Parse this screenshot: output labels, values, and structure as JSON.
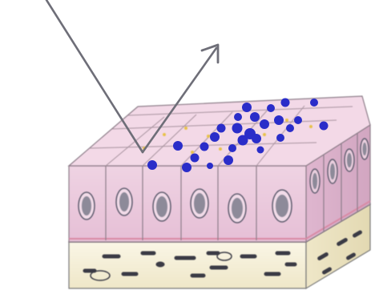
{
  "diagram": {
    "description_text": "",
    "colors": {
      "background": "#ffffff",
      "cell_fill": "#ecc9dd",
      "cell_fill_dark": "#d7a9c4",
      "cell_top": "#f3d9e7",
      "cell_border": "#8e7e8a",
      "nucleus": "#8d8a99",
      "nucleus_ring": "#5f5c6e",
      "basement_line": "#d98aa5",
      "connective_fill": "#f6f1dc",
      "connective_dark": "#e8e0c0",
      "fiber": "#3b3b45",
      "particle": "#2a2dc9",
      "junction": "#e8c24a",
      "arrow": "#6e6e78"
    },
    "elements": {
      "incident_arrow": "incoming-light-arrow",
      "reflected_arrow": "reflected-light-arrow",
      "epithelium": "epithelial-cell-block",
      "particles": "nanoparticle-cluster",
      "connective": "connective-tissue-layer"
    }
  }
}
